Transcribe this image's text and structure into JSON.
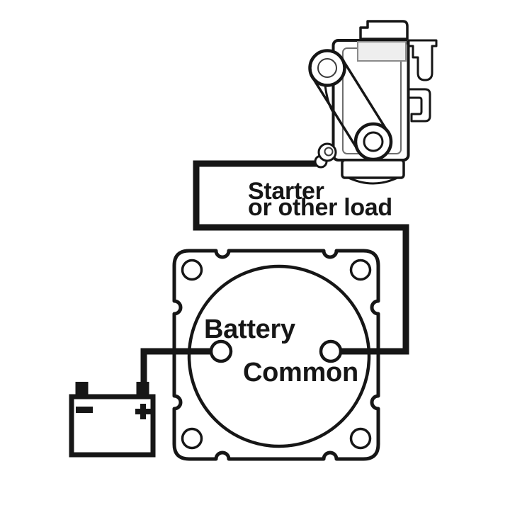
{
  "diagram_type": "battery-switch-wiring-diagram",
  "colors": {
    "ink": "#161616",
    "background": "#ffffff",
    "shade": "#eeeeee",
    "frame_gray": "#6e6e6e"
  },
  "load": {
    "component": "starter-motor",
    "label_line1": "Starter",
    "label_line2": "or other load"
  },
  "switch": {
    "component": "battery-switch-panel",
    "battery_terminal_label": "Battery",
    "common_terminal_label": "Common",
    "mounting_holes": 4
  },
  "battery": {
    "component": "battery",
    "negative_symbol": "−",
    "positive_symbol": "+"
  },
  "connections": [
    {
      "from": "battery-positive-post",
      "to": "switch-battery-terminal"
    },
    {
      "from": "switch-common-terminal",
      "to": "starter-or-other-load"
    }
  ]
}
